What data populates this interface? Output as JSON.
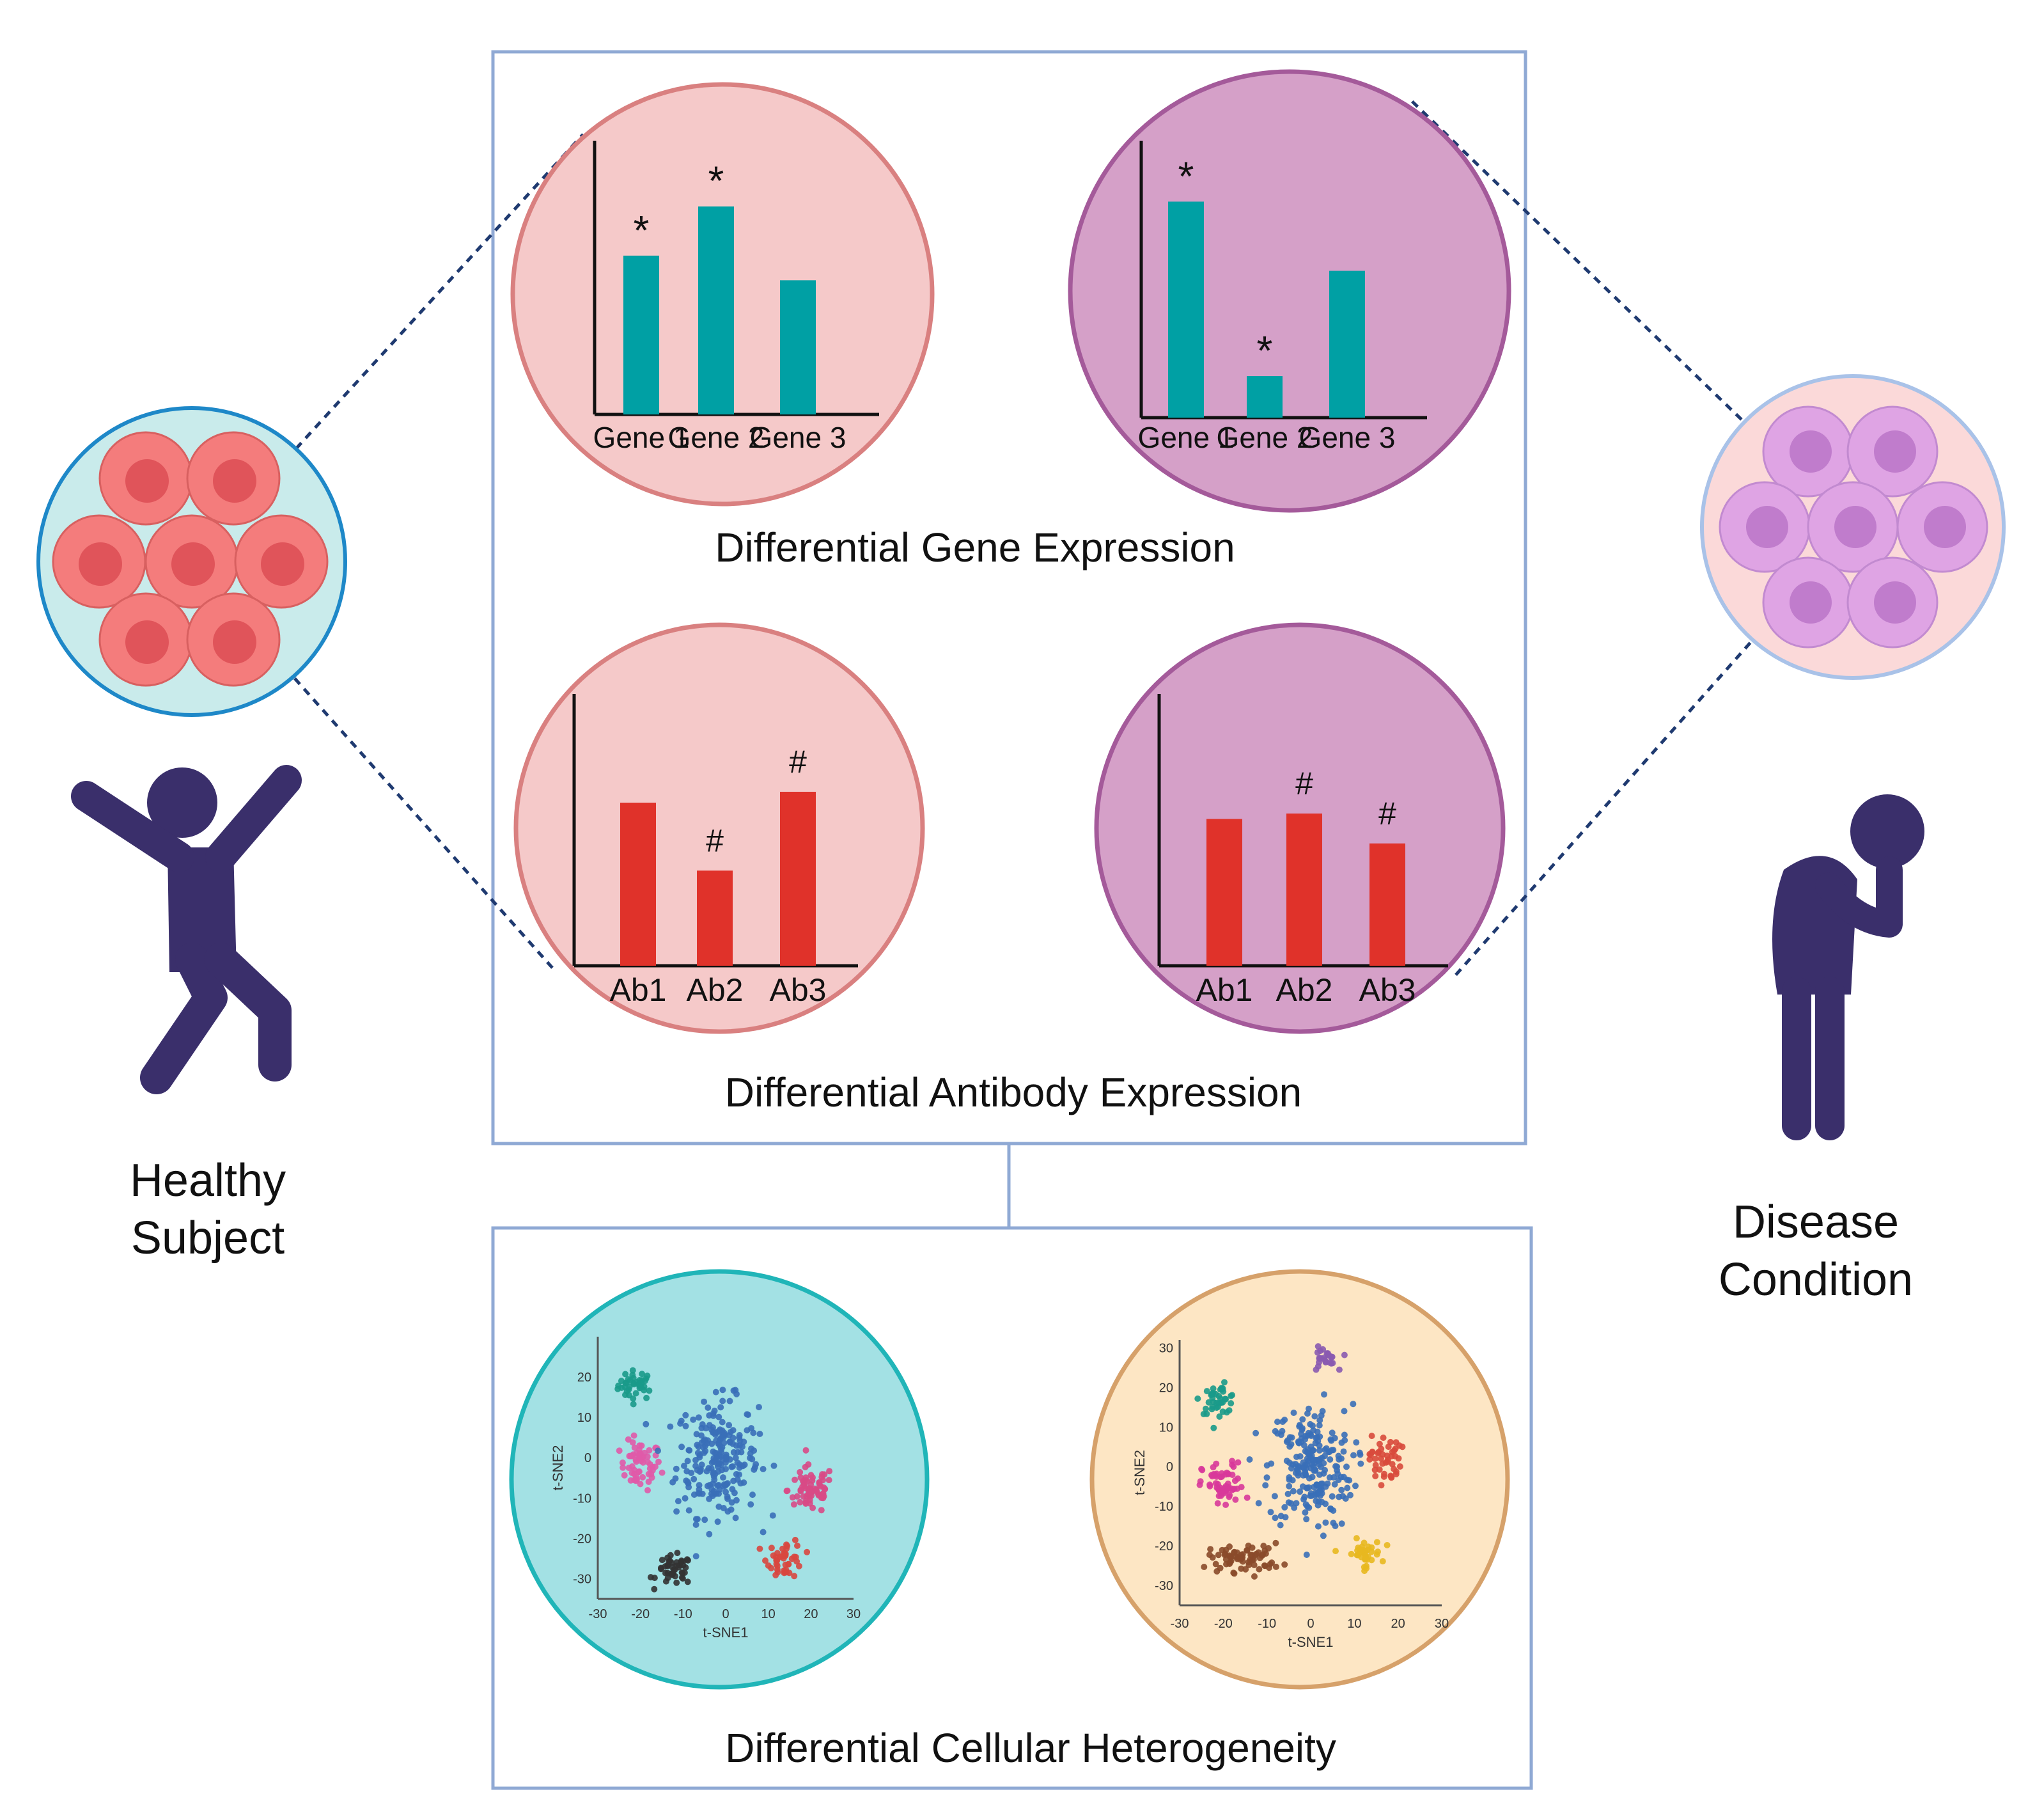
{
  "colors": {
    "box_stroke": "#8fa9d4",
    "figure": "#3a2f6b",
    "teal_bar": "#00a0a4",
    "red_bar": "#e0322a",
    "healthy_circle_fill": "#f5c9c9",
    "healthy_circle_stroke": "#d98080",
    "disease_circle_fill": "#d5a0c8",
    "disease_circle_stroke": "#a45a9a",
    "tsne_healthy_fill": "#a3e1e4",
    "tsne_healthy_stroke": "#20b5b8",
    "tsne_disease_fill": "#fde6c4",
    "tsne_disease_stroke": "#d6a16a",
    "healthy_cells_bg": "#c9ebeb",
    "healthy_cells_stroke": "#1e88c8",
    "healthy_cell": "#f47c7c",
    "healthy_nucleus": "#e0545a",
    "disease_cells_bg": "#fbd9d9",
    "disease_cells_stroke": "#a9c2e8",
    "disease_cell": "#dfa4e4",
    "disease_nucleus": "#c07ccc"
  },
  "labels": {
    "healthy": [
      "Healthy",
      "Subject"
    ],
    "disease": [
      "Disease",
      "Condition"
    ],
    "gene_section": "Differential Gene Expression",
    "antibody_section": "Differential Antibody Expression",
    "heterogeneity_section": "Differential Cellular Heterogeneity"
  },
  "chart_data": [
    {
      "id": "gene-healthy",
      "type": "bar",
      "categories": [
        "Gene 1",
        "Gene 2",
        "Gene 3"
      ],
      "values": [
        58,
        76,
        49
      ],
      "markers": [
        "*",
        "*",
        ""
      ],
      "ylim": [
        0,
        100
      ],
      "color": "#00a0a4"
    },
    {
      "id": "gene-disease",
      "type": "bar",
      "categories": [
        "Gene 1",
        "Gene 2",
        "Gene 3"
      ],
      "values": [
        78,
        15,
        53
      ],
      "markers": [
        "*",
        "*",
        ""
      ],
      "ylim": [
        0,
        100
      ],
      "color": "#00a0a4"
    },
    {
      "id": "antibody-healthy",
      "type": "bar",
      "categories": [
        "Ab1",
        "Ab2",
        "Ab3"
      ],
      "values": [
        60,
        35,
        64
      ],
      "markers": [
        "",
        "#",
        "#"
      ],
      "ylim": [
        0,
        100
      ],
      "color": "#e0322a"
    },
    {
      "id": "antibody-disease",
      "type": "bar",
      "categories": [
        "Ab1",
        "Ab2",
        "Ab3"
      ],
      "values": [
        54,
        56,
        45
      ],
      "markers": [
        "",
        "#",
        "#"
      ],
      "ylim": [
        0,
        100
      ],
      "color": "#e0322a"
    },
    {
      "id": "tsne-healthy",
      "type": "scatter",
      "xlabel": "t-SNE1",
      "ylabel": "t-SNE2",
      "xlim": [
        -30,
        30
      ],
      "ylim": [
        -35,
        30
      ],
      "xticks": [
        -30,
        -20,
        -10,
        0,
        10,
        20,
        30
      ],
      "yticks": [
        20,
        10,
        0,
        -10,
        -20,
        -30
      ],
      "clusters": [
        {
          "color": "#1a9a8a",
          "center": [
            -21,
            18
          ],
          "spread": [
            3.5,
            3
          ],
          "n": 40
        },
        {
          "color": "#e05aa8",
          "center": [
            -20,
            -2
          ],
          "spread": [
            4,
            5
          ],
          "n": 60
        },
        {
          "color": "#3a6fb8",
          "center": [
            -2,
            0
          ],
          "spread": [
            8,
            12
          ],
          "n": 230
        },
        {
          "color": "#d84a86",
          "center": [
            20,
            -8
          ],
          "spread": [
            4.5,
            5
          ],
          "n": 70
        },
        {
          "color": "#333333",
          "center": [
            -12,
            -28
          ],
          "spread": [
            3.5,
            3
          ],
          "n": 45
        },
        {
          "color": "#d8473f",
          "center": [
            14,
            -25
          ],
          "spread": [
            3.5,
            4
          ],
          "n": 45
        }
      ]
    },
    {
      "id": "tsne-disease",
      "type": "scatter",
      "xlabel": "t-SNE1",
      "ylabel": "t-SNE2",
      "xlim": [
        -30,
        30
      ],
      "ylim": [
        -35,
        32
      ],
      "xticks": [
        -30,
        -20,
        -10,
        0,
        10,
        20,
        30
      ],
      "yticks": [
        30,
        20,
        10,
        0,
        -10,
        -20,
        -30
      ],
      "clusters": [
        {
          "color": "#1a9a8a",
          "center": [
            -21,
            17
          ],
          "spread": [
            3.5,
            3
          ],
          "n": 40
        },
        {
          "color": "#8a5ab0",
          "center": [
            3,
            27
          ],
          "spread": [
            2.5,
            2.5
          ],
          "n": 25
        },
        {
          "color": "#3a6fb8",
          "center": [
            0,
            0
          ],
          "spread": [
            8,
            13
          ],
          "n": 230
        },
        {
          "color": "#d84a3c",
          "center": [
            17,
            2
          ],
          "spread": [
            3,
            5
          ],
          "n": 45
        },
        {
          "color": "#d8389a",
          "center": [
            -20,
            -5
          ],
          "spread": [
            4,
            5
          ],
          "n": 60
        },
        {
          "color": "#8a4a2a",
          "center": [
            -15,
            -23
          ],
          "spread": [
            7,
            3
          ],
          "n": 70
        },
        {
          "color": "#e8b820",
          "center": [
            12,
            -22
          ],
          "spread": [
            3.5,
            3
          ],
          "n": 40
        }
      ]
    }
  ]
}
